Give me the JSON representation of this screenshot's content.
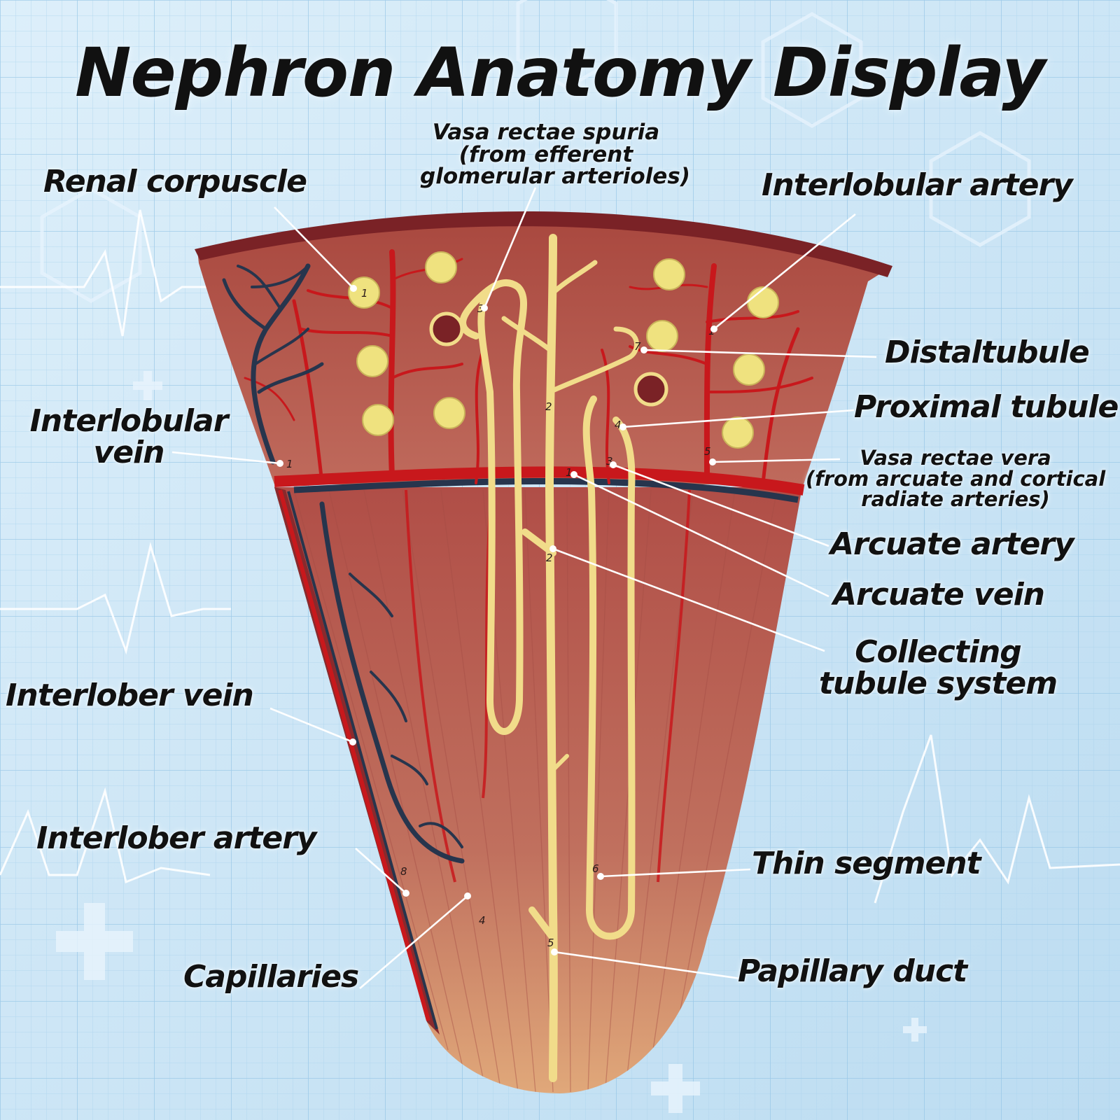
{
  "title": "Nephron Anatomy Display",
  "labels": {
    "renal_corpuscle": "Renal corpuscle",
    "vasa_rectae_spuria": [
      "Vasa rectae spuria",
      "(from efferent",
      "glomerular arterioles)"
    ],
    "interlobular_artery": "Interlobular artery",
    "distal_tubule": "Distaltubule",
    "proximal_tubule": "Proximal tubule",
    "vasa_rectae_vera": [
      "Vasa rectae vera",
      "(from arcuate and cortical",
      "radiate arteries)"
    ],
    "interlobular_vein": [
      "Interlobular",
      "vein"
    ],
    "arcuate_artery": "Arcuate artery",
    "arcuate_vein": "Arcuate vein",
    "collecting_tubule_system": [
      "Collecting",
      "tubule system"
    ],
    "interlober_vein": "Interlober vein",
    "interlober_artery": "Interlober artery",
    "thin_segment": "Thin segment",
    "capillaries": "Capillaries",
    "papillary_duct": "Papillary duct"
  },
  "model_numbers": [
    "1",
    "2",
    "7",
    "4",
    "3",
    "5",
    "1",
    "2",
    "1",
    "1",
    "8",
    "4",
    "6",
    "3",
    "5"
  ],
  "colors": {
    "background": "#cfe7f6",
    "grid": "#9fcbe8",
    "cortex": "#b5574f",
    "medulla": "#c06a5a",
    "artery": "#c8181c",
    "vein": "#27354d",
    "tubule": "#f1dc8a",
    "glomerulus": "#efe27f",
    "leader_line": "#ffffff"
  }
}
